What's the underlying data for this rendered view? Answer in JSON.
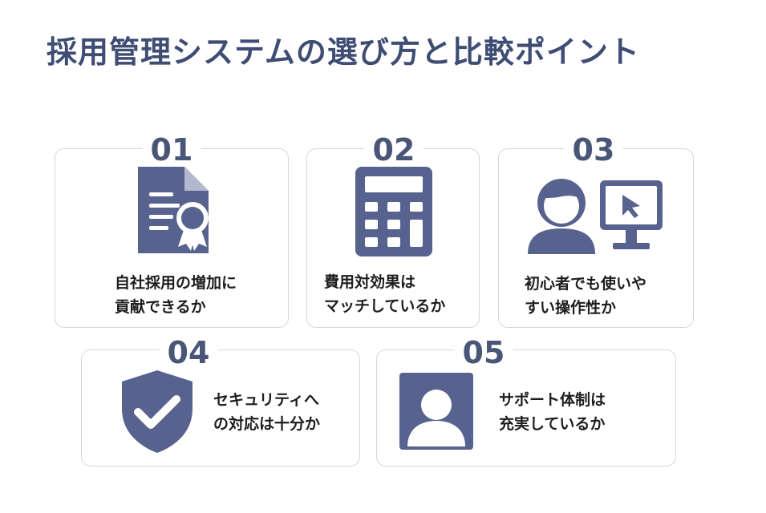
{
  "title": "採用管理システムの選び方と比較ポイント",
  "cards": [
    {
      "number": "01",
      "line1": "自社採用の増加に",
      "line2": "貢献できるか",
      "icon": "document-certificate-icon"
    },
    {
      "number": "02",
      "line1": "費用対効果は",
      "line2": "マッチしているか",
      "icon": "calculator-icon"
    },
    {
      "number": "03",
      "line1": "初心者でも使いや",
      "line2": "すい操作性か",
      "icon": "user-computer-icon"
    },
    {
      "number": "04",
      "line1": "セキュリティへ",
      "line2": "の対応は十分か",
      "icon": "shield-check-icon"
    },
    {
      "number": "05",
      "line1": "サポート体制は",
      "line2": "充実しているか",
      "icon": "user-profile-icon"
    }
  ],
  "colors": {
    "icon": "#57628f",
    "title": "#3f4d74",
    "number": "#4a5678",
    "border": "#d4d7e0",
    "text": "#1d1d1f"
  }
}
